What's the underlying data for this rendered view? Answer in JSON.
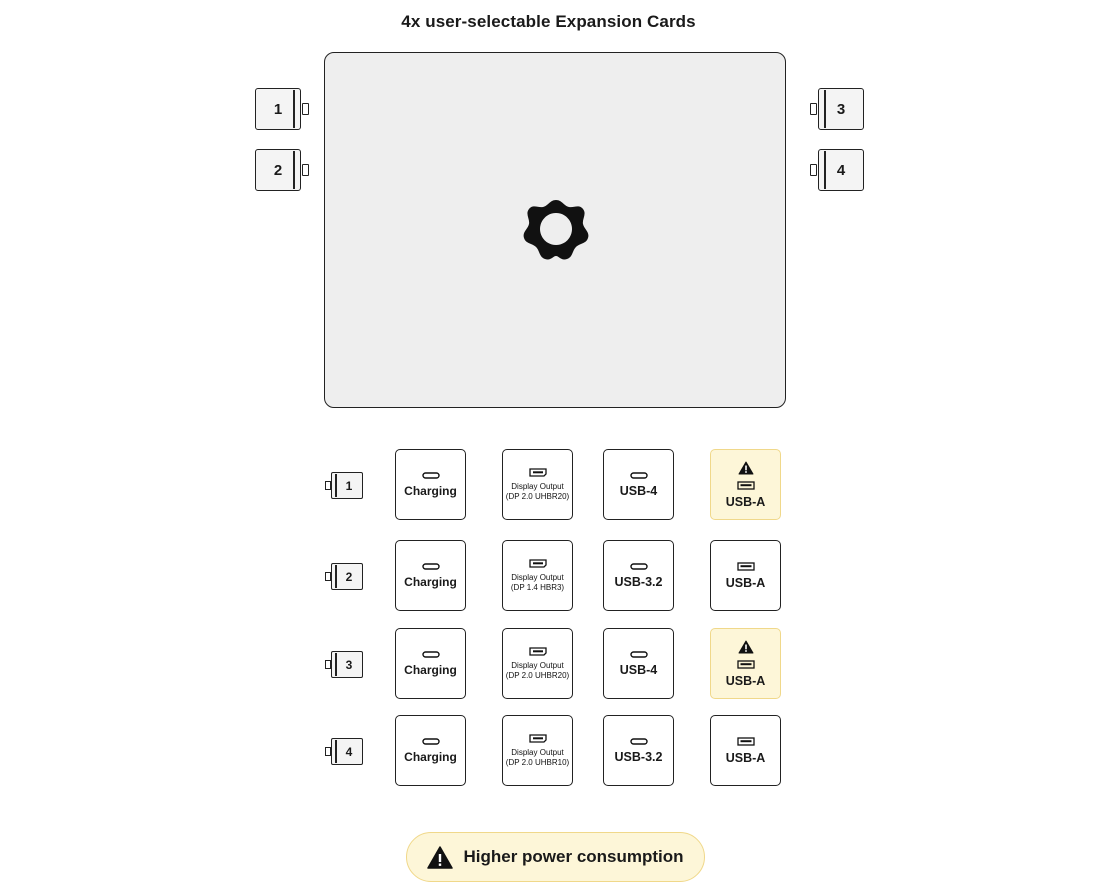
{
  "title": "4x user-selectable Expansion Cards",
  "slots": {
    "left": [
      "1",
      "2"
    ],
    "right": [
      "3",
      "4"
    ]
  },
  "rows": [
    {
      "slot": "1",
      "cards": [
        {
          "type": "usb-c",
          "label": "Charging"
        },
        {
          "type": "displayport",
          "line1": "Display Output",
          "line2": "(DP 2.0 UHBR20)"
        },
        {
          "type": "usb-c",
          "label": "USB-4"
        },
        {
          "type": "usb-a",
          "label": "USB-A",
          "warning": true
        }
      ]
    },
    {
      "slot": "2",
      "cards": [
        {
          "type": "usb-c",
          "label": "Charging"
        },
        {
          "type": "displayport",
          "line1": "Display Output",
          "line2": "(DP 1.4 HBR3)"
        },
        {
          "type": "usb-c",
          "label": "USB-3.2"
        },
        {
          "type": "usb-a",
          "label": "USB-A",
          "warning": false
        }
      ]
    },
    {
      "slot": "3",
      "cards": [
        {
          "type": "usb-c",
          "label": "Charging"
        },
        {
          "type": "displayport",
          "line1": "Display Output",
          "line2": "(DP 2.0 UHBR20)"
        },
        {
          "type": "usb-c",
          "label": "USB-4"
        },
        {
          "type": "usb-a",
          "label": "USB-A",
          "warning": true
        }
      ]
    },
    {
      "slot": "4",
      "cards": [
        {
          "type": "usb-c",
          "label": "Charging"
        },
        {
          "type": "displayport",
          "line1": "Display Output",
          "line2": "(DP 2.0 UHBR10)"
        },
        {
          "type": "usb-c",
          "label": "USB-3.2"
        },
        {
          "type": "usb-a",
          "label": "USB-A",
          "warning": false
        }
      ]
    }
  ],
  "legend": {
    "label": "Higher power consumption",
    "icon": "warning-triangle-icon"
  },
  "colors": {
    "warning_fill": "#fdf6d8",
    "warning_border": "#f0d88a",
    "laptop_fill": "#eeeeee",
    "ink": "#222222"
  }
}
